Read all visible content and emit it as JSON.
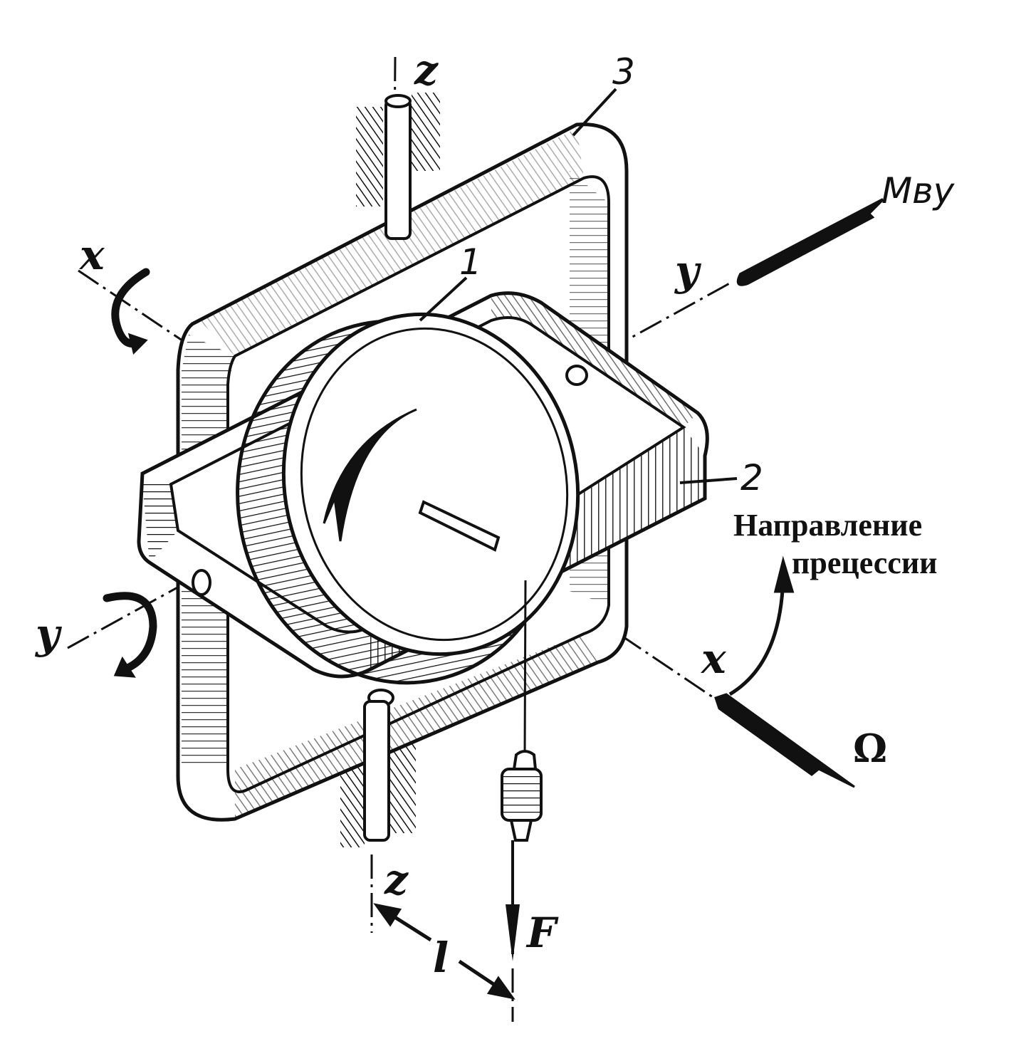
{
  "axes": {
    "z_top": "z",
    "z_bottom": "z",
    "x_left": "x",
    "x_right": "x",
    "y_left": "y",
    "y_right": "y"
  },
  "parts": {
    "rotor": "1",
    "inner_frame": "2",
    "outer_frame": "3"
  },
  "vectors": {
    "moment": "Mвy",
    "precession_rate": "Ω",
    "force": "F",
    "lever_arm": "l"
  },
  "caption": {
    "line1": "Направление",
    "line2": "прецессии"
  },
  "colors": {
    "ink": "#111111",
    "paper": "#ffffff"
  }
}
